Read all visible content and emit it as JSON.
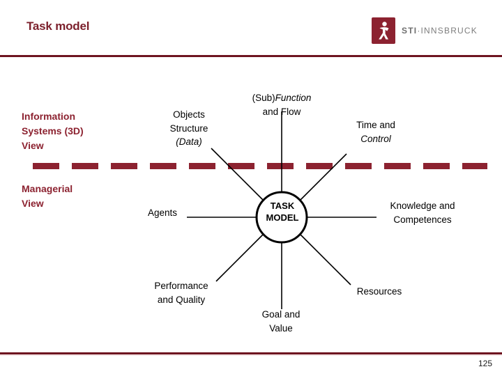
{
  "slide": {
    "title": "Task model",
    "page_number": "125",
    "accent_color": "#8c2230",
    "rule_color": "#6e1420",
    "background": "#ffffff"
  },
  "logo": {
    "mark_icon": "sti-figure-icon",
    "mark_color": "#8c2230",
    "wordmark_primary": "STI",
    "wordmark_separator": "·",
    "wordmark_secondary": "INNSBRUCK"
  },
  "views": {
    "information_systems": "Information\nSystems (3D)\nView",
    "managerial": "Managerial\nView"
  },
  "diagram": {
    "hub": "TASK\nMODEL",
    "nodes": [
      {
        "id": "objects-structure",
        "line1": "Objects",
        "line2": "Structure",
        "line3": "(Data)",
        "line3_italic": true
      },
      {
        "id": "subfunction-flow",
        "line1_plain": "(Sub)",
        "line1_italic": "Function",
        "line2": "and Flow"
      },
      {
        "id": "time-control",
        "line1": "Time and",
        "line2": "Control",
        "line2_italic": true
      },
      {
        "id": "agents",
        "line1": "Agents"
      },
      {
        "id": "knowledge-competences",
        "line1": "Knowledge and",
        "line2": "Competences"
      },
      {
        "id": "performance-quality",
        "line1": "Performance",
        "line2": "and Quality"
      },
      {
        "id": "resources",
        "line1": "Resources"
      },
      {
        "id": "goal-value",
        "line1": "Goal and",
        "line2": "Value"
      }
    ]
  }
}
